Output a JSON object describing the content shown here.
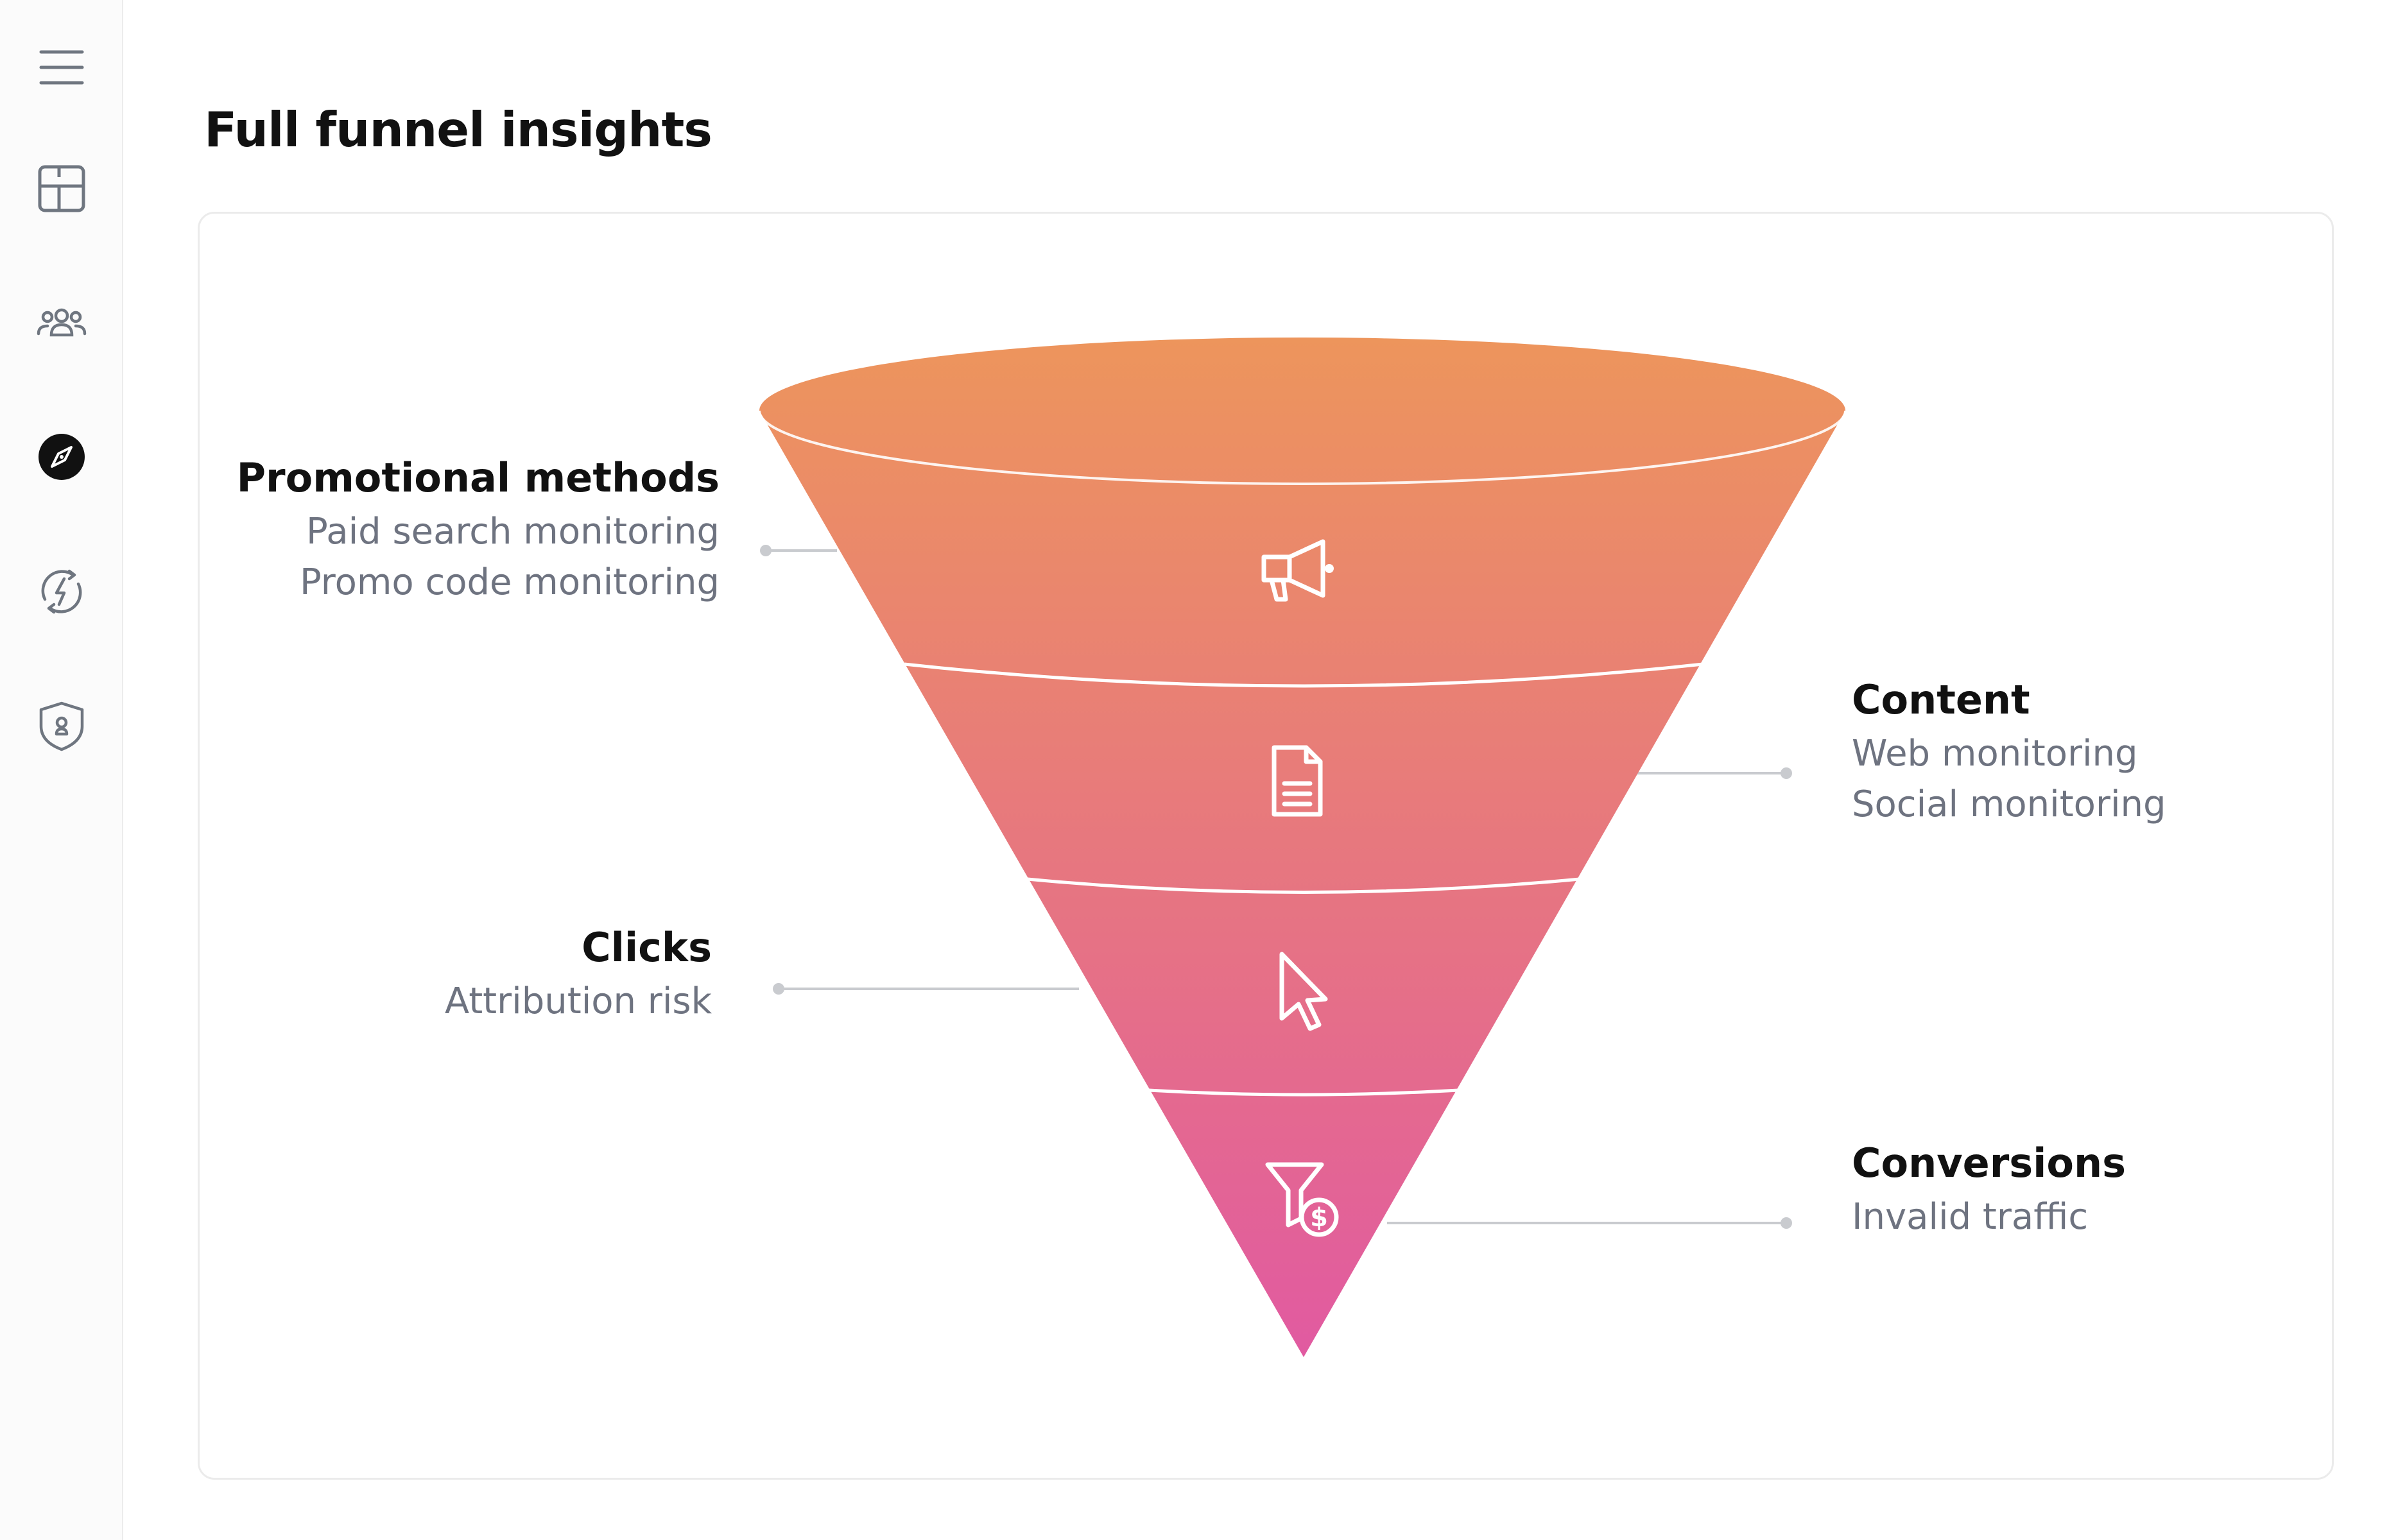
{
  "page": {
    "title": "Full funnel insights"
  },
  "sidebar": {
    "items": [
      {
        "name": "menu-icon",
        "active": false
      },
      {
        "name": "dashboard-icon",
        "active": false
      },
      {
        "name": "users-icon",
        "active": false
      },
      {
        "name": "compass-icon",
        "active": true
      },
      {
        "name": "lightning-refresh-icon",
        "active": false
      },
      {
        "name": "shield-lock-icon",
        "active": false
      }
    ]
  },
  "funnel": {
    "gradient": {
      "top": "#ed955c",
      "bottom": "#e15aa1"
    },
    "connector_color": "#c9cbcf",
    "stages": [
      {
        "title": "Promotional methods",
        "items": [
          "Paid search monitoring",
          "Promo code monitoring"
        ],
        "side": "left",
        "icon": "megaphone-icon"
      },
      {
        "title": "Content",
        "items": [
          "Web monitoring",
          "Social monitoring"
        ],
        "side": "right",
        "icon": "document-icon"
      },
      {
        "title": "Clicks",
        "items": [
          "Attribution risk"
        ],
        "side": "left",
        "icon": "cursor-icon"
      },
      {
        "title": "Conversions",
        "items": [
          "Invalid traffic"
        ],
        "side": "right",
        "icon": "funnel-dollar-icon"
      }
    ]
  }
}
